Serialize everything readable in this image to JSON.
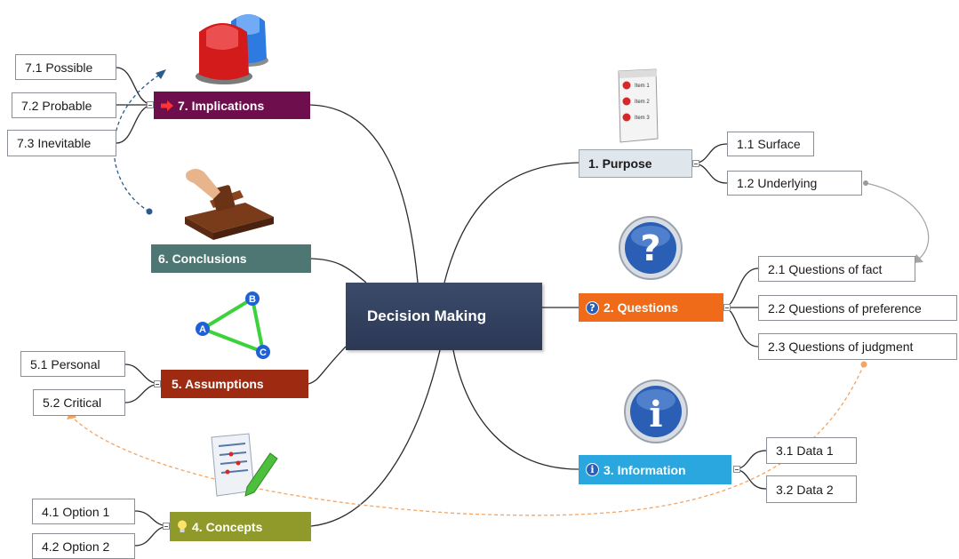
{
  "center": {
    "label": "Decision Making"
  },
  "colors": {
    "purpose": "#dfe6ec",
    "questions": "#ef6a19",
    "information": "#2aa7df",
    "concepts": "#8f9a2a",
    "assumptions": "#9e2a12",
    "conclusions": "#4e7672",
    "implications": "#6e0e4c",
    "dashed_blue": "#2c5a8c",
    "dashed_orange": "#f5a461"
  },
  "topics": [
    {
      "id": "purpose",
      "label": "1.  Purpose",
      "icon": "",
      "subs": [
        {
          "label": "1.1  Surface"
        },
        {
          "label": "1.2  Underlying"
        }
      ]
    },
    {
      "id": "questions",
      "label": "2.  Questions",
      "icon": "question-icon",
      "subs": [
        {
          "label": "2.1  Questions of fact"
        },
        {
          "label": "2.2  Questions of preference"
        },
        {
          "label": "2.3  Questions of judgment"
        }
      ]
    },
    {
      "id": "information",
      "label": "3.  Information",
      "icon": "info-icon",
      "subs": [
        {
          "label": "3.1  Data 1"
        },
        {
          "label": "3.2  Data 2"
        }
      ]
    },
    {
      "id": "concepts",
      "label": "4.  Concepts",
      "icon": "lightbulb-icon",
      "subs": [
        {
          "label": "4.1  Option 1"
        },
        {
          "label": "4.2  Option 2"
        }
      ]
    },
    {
      "id": "assumptions",
      "label": "5.  Assumptions",
      "icon": "",
      "subs": [
        {
          "label": "5.1  Personal"
        },
        {
          "label": "5.2  Critical"
        }
      ]
    },
    {
      "id": "conclusions",
      "label": "6.  Conclusions",
      "icon": "",
      "subs": []
    },
    {
      "id": "implications",
      "label": "7.  Implications",
      "icon": "arrow-icon",
      "subs": [
        {
          "label": "7.1  Possible"
        },
        {
          "label": "7.2  Probable"
        },
        {
          "label": "7.3  Inevitable"
        }
      ]
    }
  ],
  "clipart": {
    "checklist": [
      "Item 1",
      "Item 2",
      "Item 3"
    ],
    "triangle": [
      "A",
      "B",
      "C"
    ],
    "question_mark": "?",
    "info_mark": "i"
  }
}
